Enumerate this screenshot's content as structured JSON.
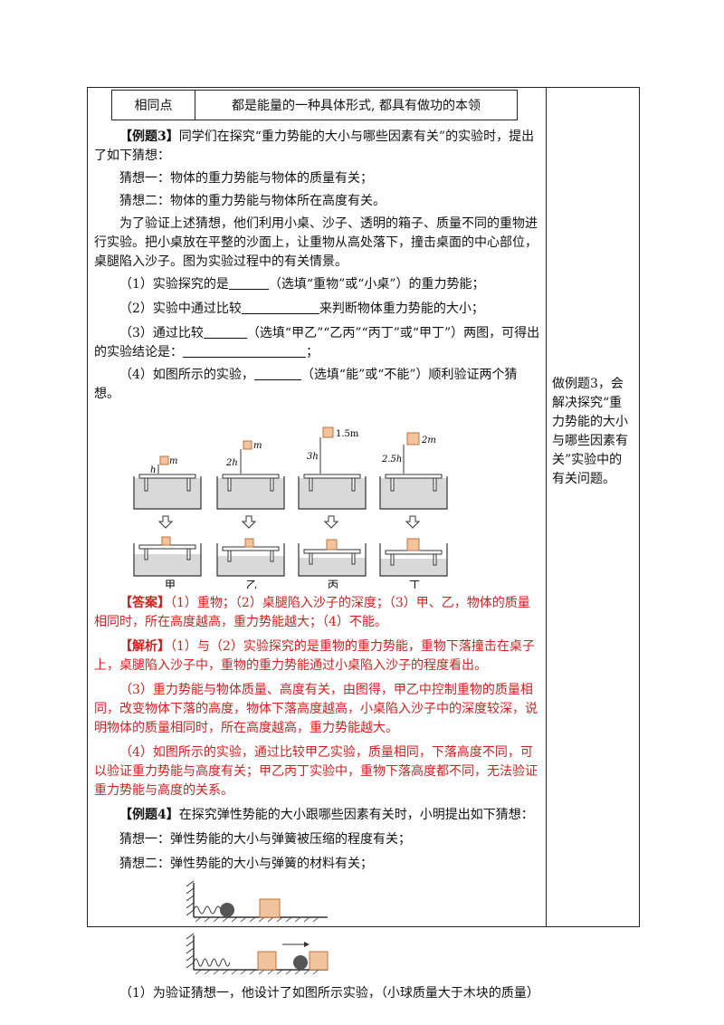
{
  "table_header": {
    "label": "相同点",
    "content": "都是能量的一种具体形式, 都具有做功的本领"
  },
  "example3": {
    "tag": "【例题3】",
    "intro": "同学们在探究“重力势能的大小与哪些因素有关”的实验时，提出了如下猜想：",
    "guess1": "猜想一：物体的重力势能与物体的质量有关；",
    "guess2": "猜想二：物体的重力势能与物体所在高度有关。",
    "setup": "为了验证上述猜想，他们利用小桌、沙子、透明的箱子、质量不同的重物进行实验。把小桌放在平整的沙面上，让重物从高处落下，撞击桌面的中心部位，桌腿陷入沙子。图为实验过程中的有关情景。",
    "q1_a": "（1）实验探究的是",
    "q1_b": "（选填“重物”或“小桌”）的重力势能；",
    "q2_a": "（2）实验中通过比较",
    "q2_b": "来判断物体重力势能的大小；",
    "q3_a": "（3）通过比较",
    "q3_b": "（选填“甲乙”“乙丙”“丙丁”或“甲丁”）两图，可得出的实验结论是：",
    "q3_c": "；",
    "q4_a": "（4）如图所示的实验，",
    "q4_b": "（选填“能”或“不能”）顺利验证两个猜想。",
    "answer_tag": "【答案】",
    "answer": "（1）重物；（2）桌腿陷入沙子的深度；（3）甲、乙，物体的质量相同时，所在高度越高，重力势能越大；（4）不能。",
    "analysis_tag": "【解析】",
    "analysis1": "（1）与（2）实验探究的是重物的重力势能，重物下落撞击在桌子上，桌腿陷入沙子中，重物的重力势能通过小桌陷入沙子的程度看出。",
    "analysis2": "（3）重力势能与物体质量、高度有关，由图得，甲乙中控制重物的质量相同，改变物体下落的高度，物体下落高度越高，小桌陷入沙子中的深度较深，说明物体的质量相同时，所在高度越高，重力势能越大。",
    "analysis3": "（4）如图所示的实验，通过比较甲乙实验，质量相同，下落高度不同，可以验证重力势能与高度有关；甲乙丙丁实验中，重物下落高度都不同，无法验证重力势能与高度的关系。"
  },
  "figure3": {
    "panels": [
      {
        "name": "甲",
        "mass": "m",
        "height": "h"
      },
      {
        "name": "乙",
        "mass": "m",
        "height": "2h"
      },
      {
        "name": "丙",
        "mass": "1.5m",
        "height": "3h"
      },
      {
        "name": "丁",
        "mass": "2m",
        "height": "2.5h"
      }
    ]
  },
  "example4": {
    "tag": "【例题4】",
    "intro": "在探究弹性势能的大小跟哪些因素有关时，小明提出如下猜想：",
    "guess1": "猜想一：弹性势能的大小与弹簧被压缩的程度有关；",
    "guess2": "猜想二：弹性势能的大小与弹簧的材料有关；",
    "q1": "（1）为验证猜想一，他设计了如图所示实验，（小球质量大于木块的质量）"
  },
  "side_note": "做例题3，会解决探究“重力势能的大小与哪些因素有关”实验中的有关问题。",
  "colors": {
    "answer": "#d42020",
    "block": "#f2c49e",
    "block_border": "#c0703a",
    "sand": "#d9d9d9"
  }
}
